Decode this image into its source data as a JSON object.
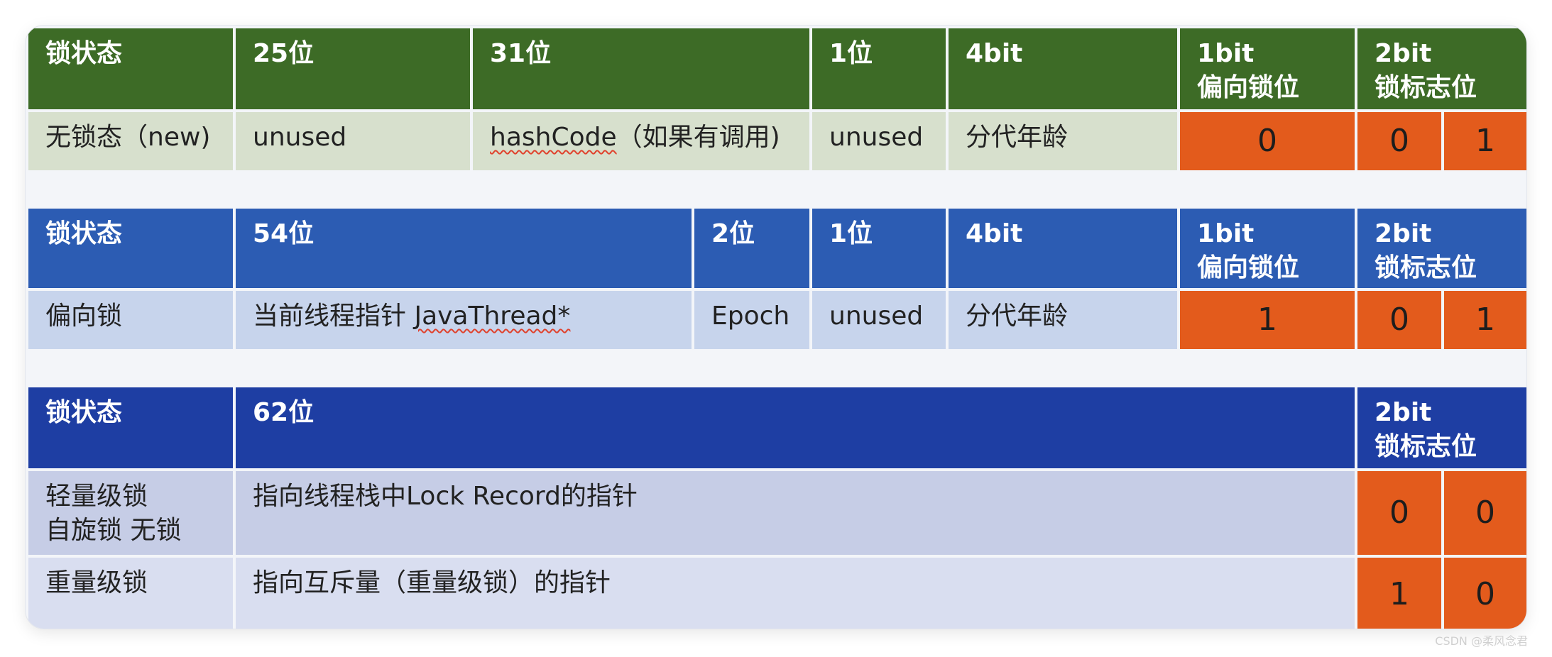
{
  "table1": {
    "header": [
      "锁状态",
      "25位",
      "31位",
      "1位",
      "4bit",
      "1bit\n偏向锁位",
      "2bit\n锁标志位"
    ],
    "row": {
      "state": "无锁态（new)",
      "c25": "unused",
      "c31_code": "hashCode",
      "c31_rest": "（如果有调用)",
      "c1": "unused",
      "age": "分代年龄",
      "biased": "0",
      "flag1": "0",
      "flag2": "1"
    }
  },
  "table2": {
    "header": [
      "锁状态",
      "54位",
      "2位",
      "1位",
      "4bit",
      "1bit\n偏向锁位",
      "2bit\n锁标志位"
    ],
    "row": {
      "state": "偏向锁",
      "c54_pre": "当前线程指针 ",
      "c54_code": "JavaThread*",
      "epoch": "Epoch",
      "c1": "unused",
      "age": "分代年龄",
      "biased": "1",
      "flag1": "0",
      "flag2": "1"
    }
  },
  "table3": {
    "header": [
      "锁状态",
      "62位",
      "2bit\n锁标志位"
    ],
    "rows": [
      {
        "state": "轻量级锁\n自旋锁 无锁",
        "content": "指向线程栈中Lock Record的指针",
        "flag1": "0",
        "flag2": "0"
      },
      {
        "state": "重量级锁",
        "content": "指向互斥量（重量级锁）的指针",
        "flag1": "1",
        "flag2": "0"
      }
    ]
  },
  "colors": {
    "green_header": "#3d6b26",
    "green_row": "#d7e0cd",
    "blue_header": "#2c5cb3",
    "blue_row": "#c7d4ec",
    "navy_header": "#1e3ea3",
    "navy_row": "#c6cde6",
    "bit_orange": "#e35b1c"
  },
  "watermark": "CSDN @柔风念君"
}
